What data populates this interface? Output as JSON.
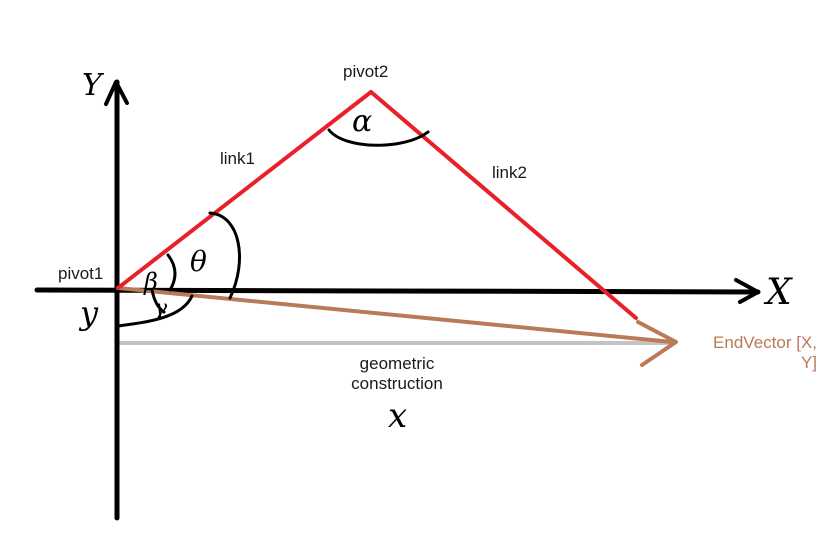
{
  "labels": {
    "pivot1": "pivot1",
    "pivot2": "pivot2",
    "link1": "link1",
    "link2": "link2",
    "end_vector_line1": "EndVector [X,",
    "end_vector_line2": "Y]",
    "construction_line1": "geometric",
    "construction_line2": "construction"
  },
  "handwritten": {
    "y_axis": "Y",
    "x_axis": "X",
    "alpha": "α",
    "theta": "θ",
    "beta": "β",
    "gamma": "γ",
    "y_leg": "y",
    "x_leg": "x"
  },
  "colors": {
    "axes": "#000000",
    "links": "#e8202a",
    "end_vector": "#b97a57",
    "construction": "#c3c3c3",
    "text": "#1a1a1a"
  }
}
